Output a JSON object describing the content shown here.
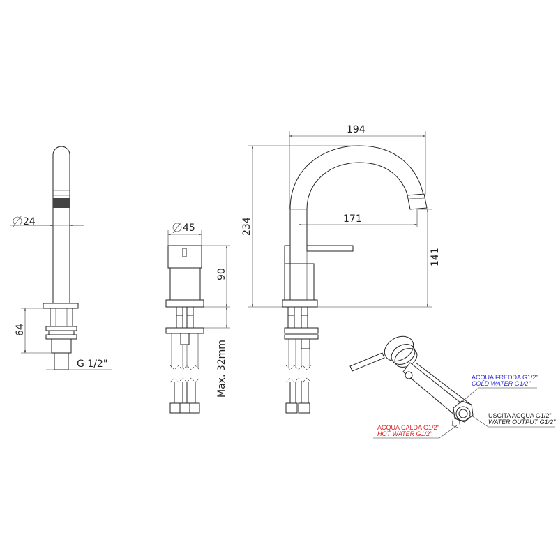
{
  "dimensions": {
    "spout_diameter": "24",
    "handle_diameter": "45",
    "handle_height": "90",
    "shank_length": "64",
    "thread": "G 1/2\"",
    "max_deck": "Max. 32mm",
    "spout_reach_total": "194",
    "spout_height_total": "234",
    "spout_reach": "171",
    "spout_outlet_height": "141"
  },
  "callouts": {
    "cold_it": "ACQUA FREDDA G1/2\"",
    "cold_en": "COLD WATER G1/2\"",
    "hot_it": "ACQUA CALDA G1/2\"",
    "hot_en": "HOT WATER G1/2\"",
    "out_it": "USCITA ACQUA G1/2\"",
    "out_en": "WATER OUTPUT G1/2\""
  },
  "colors": {
    "cold": "#2b2bd6",
    "hot": "#e01e1e",
    "line": "#222222"
  }
}
